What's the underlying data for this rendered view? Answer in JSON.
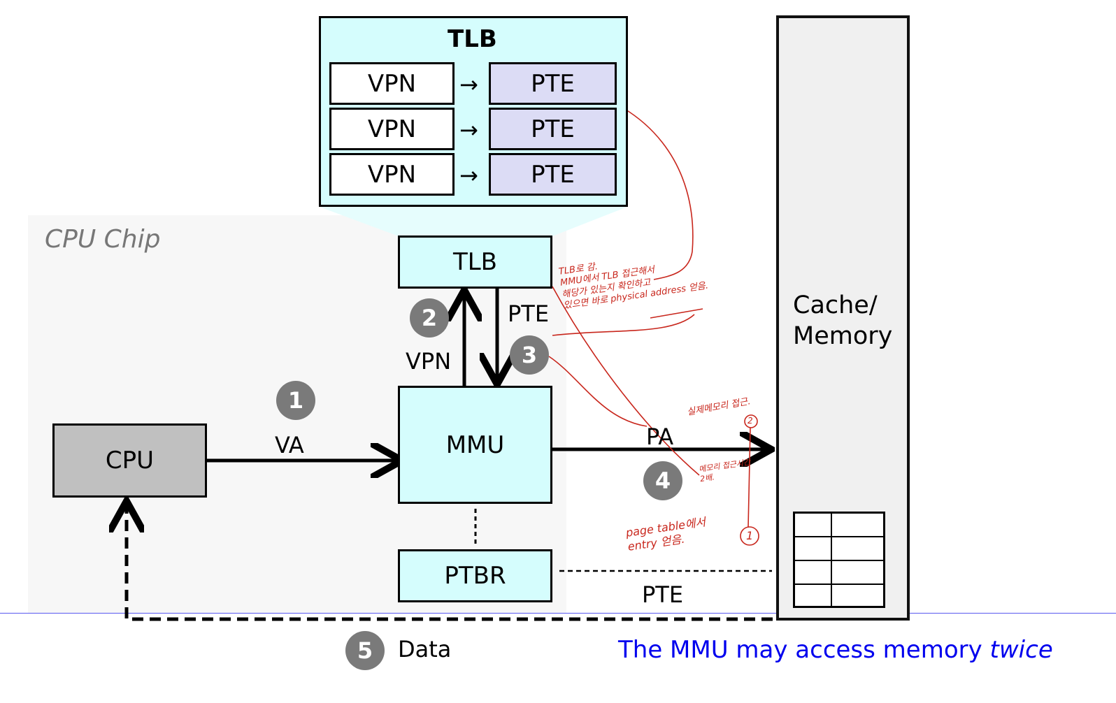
{
  "cpu_chip_label": "CPU Chip",
  "tlb_detail": {
    "title": "TLB",
    "rows": [
      {
        "vpn": "VPN",
        "arrow": "→",
        "pte": "PTE"
      },
      {
        "vpn": "VPN",
        "arrow": "→",
        "pte": "PTE"
      },
      {
        "vpn": "VPN",
        "arrow": "→",
        "pte": "PTE"
      }
    ]
  },
  "boxes": {
    "tlb": "TLB",
    "mmu": "MMU",
    "ptbr": "PTBR",
    "cpu": "CPU",
    "memory": "Cache/\nMemory"
  },
  "labels": {
    "vpn": "VPN",
    "pte_top": "PTE",
    "va": "VA",
    "pa": "PA",
    "pte_bottom": "PTE",
    "data": "Data"
  },
  "steps": [
    "1",
    "2",
    "3",
    "4",
    "5"
  ],
  "caption": {
    "text": "The MMU may access memory ",
    "emphasis": "twice"
  },
  "annotations": {
    "tlb_note": "TLB로 감.\nMMU에서 TLB 접근해서\n해당가 있는지 확인하고\n있으면 바로 physical address 얻음.",
    "real_memory": "실제메모리 접근.",
    "twice_time": "메모리 접근시간\n2배.",
    "page_table": "page table에서\nentry 얻음.",
    "mark_1": "1",
    "mark_2": "2"
  },
  "colors": {
    "cyan": "#d5fdfd",
    "pte_cell": "#dcdcf5",
    "cpu": "#c0c0c0",
    "chip_bg": "#f7f7f7",
    "step_circle": "#7a7a7a",
    "caption": "#0000ee",
    "annotation": "#c8261c"
  }
}
